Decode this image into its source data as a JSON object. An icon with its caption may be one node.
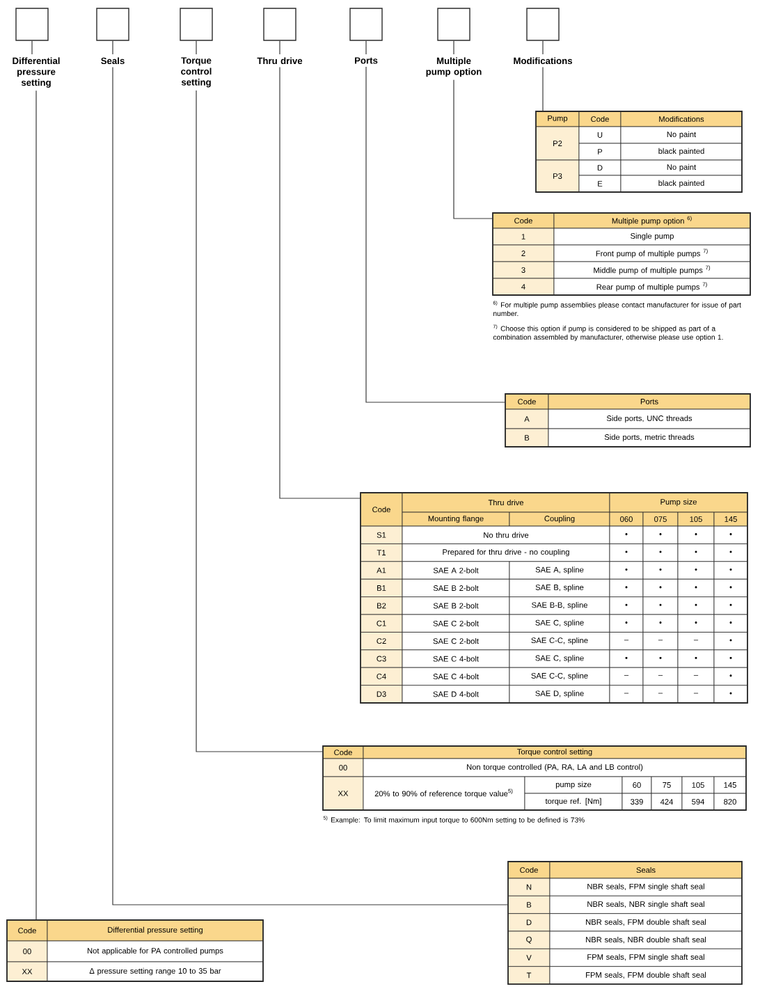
{
  "diagram": {
    "nodes": [
      {
        "text": [],
        "shape": "box"
      },
      {
        "text": [],
        "shape": "box"
      },
      {
        "text": [],
        "shape": "box"
      },
      {
        "text": [],
        "shape": "box"
      },
      {
        "text": [],
        "shape": "box"
      },
      {
        "text": [],
        "shape": "box"
      },
      {
        "text": [],
        "shape": "box"
      },
      {
        "text": [
          "Differential pressure setting"
        ]
      },
      {
        "text": [
          "Seals"
        ]
      },
      {
        "text": [
          "Torque control setting"
        ]
      },
      {
        "text": [
          "Thru drive"
        ]
      },
      {
        "text": [
          "Ports"
        ]
      },
      {
        "text": [
          "Multiple pump option"
        ]
      },
      {
        "text": [
          "Modifications"
        ]
      },
      {
        "text": [
          "Pump",
          "Code",
          "Modifications",
          "P2",
          "U",
          "No paint",
          "P",
          "black painted",
          "P3",
          "D",
          "No paint",
          "E",
          "black painted"
        ]
      },
      {
        "text": [
          "Code",
          "Multiple pump option $^{6)}$",
          "1",
          "Single pump",
          "2",
          "Front pump of multiple pumps $^{7)}$",
          "3",
          "Middle pump of multiple pumps $^{7)}$",
          "4",
          "Rear pump of multiple pumps $^{7)}$"
        ],
        "beside": [
          "$^{6)}$ For multiple pump assemblies please contact manufacturer for issue of part number.",
          "$^{7)}$ Choose this option if pump is considered to be shipped as part of a combination assembled by manufacturer, otherwise please use option 1."
        ]
      },
      {
        "text": [
          "Code",
          "Ports",
          "A",
          "Side ports, UNC threads",
          "B",
          "Side ports, metric threads"
        ]
      },
      {
        "text": [
          "Code",
          "Thru drive",
          "Pump size",
          "Mounting flange",
          "Coupling",
          "060",
          "075",
          "105",
          "145",
          "S1",
          "No thru drive",
          "•",
          "•",
          "•",
          "•",
          "T1",
          "Prepared for thru drive - no coupling",
          "•",
          "•",
          "•",
          "•",
          "A1",
          "SAE A 2-bolt",
          "SAE A, spline",
          "•",
          "•",
          "•",
          "•",
          "B1",
          "SAE B 2-bolt",
          "SAE B, spline",
          "•",
          "•",
          "•",
          "•",
          "B2",
          "SAE B 2-bolt",
          "SAE B-B, spline",
          "•",
          "•",
          "•",
          "•",
          "C1",
          "SAE C 2-bolt",
          "SAE C, spline",
          "•",
          "•",
          "•",
          "•",
          "C2",
          "SAE C 2-bolt",
          "SAE C-C, spline",
          "–",
          "–",
          "–",
          "•",
          "C3",
          "SAE C 4-bolt",
          "SAE C, spline",
          "•",
          "•",
          "•",
          "•",
          "C4",
          "SAE C 4-bolt",
          "SAE C-C, spline",
          "–",
          "–",
          "–",
          "•",
          "D3",
          "SAE D 4-bolt",
          "SAE D, spline",
          "–",
          "–",
          "–",
          "•"
        ]
      },
      {
        "text": [
          "Code",
          "Torque control setting",
          "00",
          "Non torque controlled (PA, RA, LA and LB control)",
          "XX",
          "20% to 90% of reference torque value$^{5)}$",
          "pump size",
          "60",
          "75",
          "105",
          "145",
          "torque ref. [Nm]",
          "339",
          "424",
          "594",
          "820"
        ],
        "beside": [
          "$^{5)}$ Example: To limit maximum input torque to 600Nm setting to be defined is 73%"
        ]
      },
      {
        "text": [
          "Code",
          "Seals",
          "N",
          "NBR seals, FPM single shaft seal",
          "B",
          "NBR seals, NBR single shaft seal",
          "D",
          "NBR seals, FPM double shaft seal",
          "Q",
          "NBR seals, NBR double shaft seal",
          "V",
          "FPM seals, FPM single shaft seal",
          "T",
          "FPM seals, FPM double shaft seal"
        ]
      },
      {
        "text": [
          "Code",
          "Differential pressure setting",
          "00",
          "Not applicable for PA controlled pumps",
          "XX",
          "Δ pressure setting range 10 to 35 bar"
        ]
      }
    ],
    "edges": [
      {
        "from": 0,
        "to": 7,
        "arrow": "none"
      },
      {
        "from": 1,
        "to": 8,
        "arrow": "none"
      },
      {
        "from": 2,
        "to": 9,
        "arrow": "none"
      },
      {
        "from": 3,
        "to": 10,
        "arrow": "none"
      },
      {
        "from": 4,
        "to": 11,
        "arrow": "none"
      },
      {
        "from": 5,
        "to": 12,
        "arrow": "none"
      },
      {
        "from": 6,
        "to": 13,
        "arrow": "none"
      },
      {
        "from": 7,
        "to": 20,
        "arrow": "none"
      },
      {
        "from": 8,
        "to": 19,
        "arrow": "none"
      },
      {
        "from": 9,
        "to": 18,
        "arrow": "none"
      },
      {
        "from": 10,
        "to": 17,
        "arrow": "none"
      },
      {
        "from": 11,
        "to": 16,
        "arrow": "none"
      },
      {
        "from": 12,
        "to": 15,
        "arrow": "none"
      },
      {
        "from": 13,
        "to": 14,
        "arrow": "none"
      }
    ]
  }
}
